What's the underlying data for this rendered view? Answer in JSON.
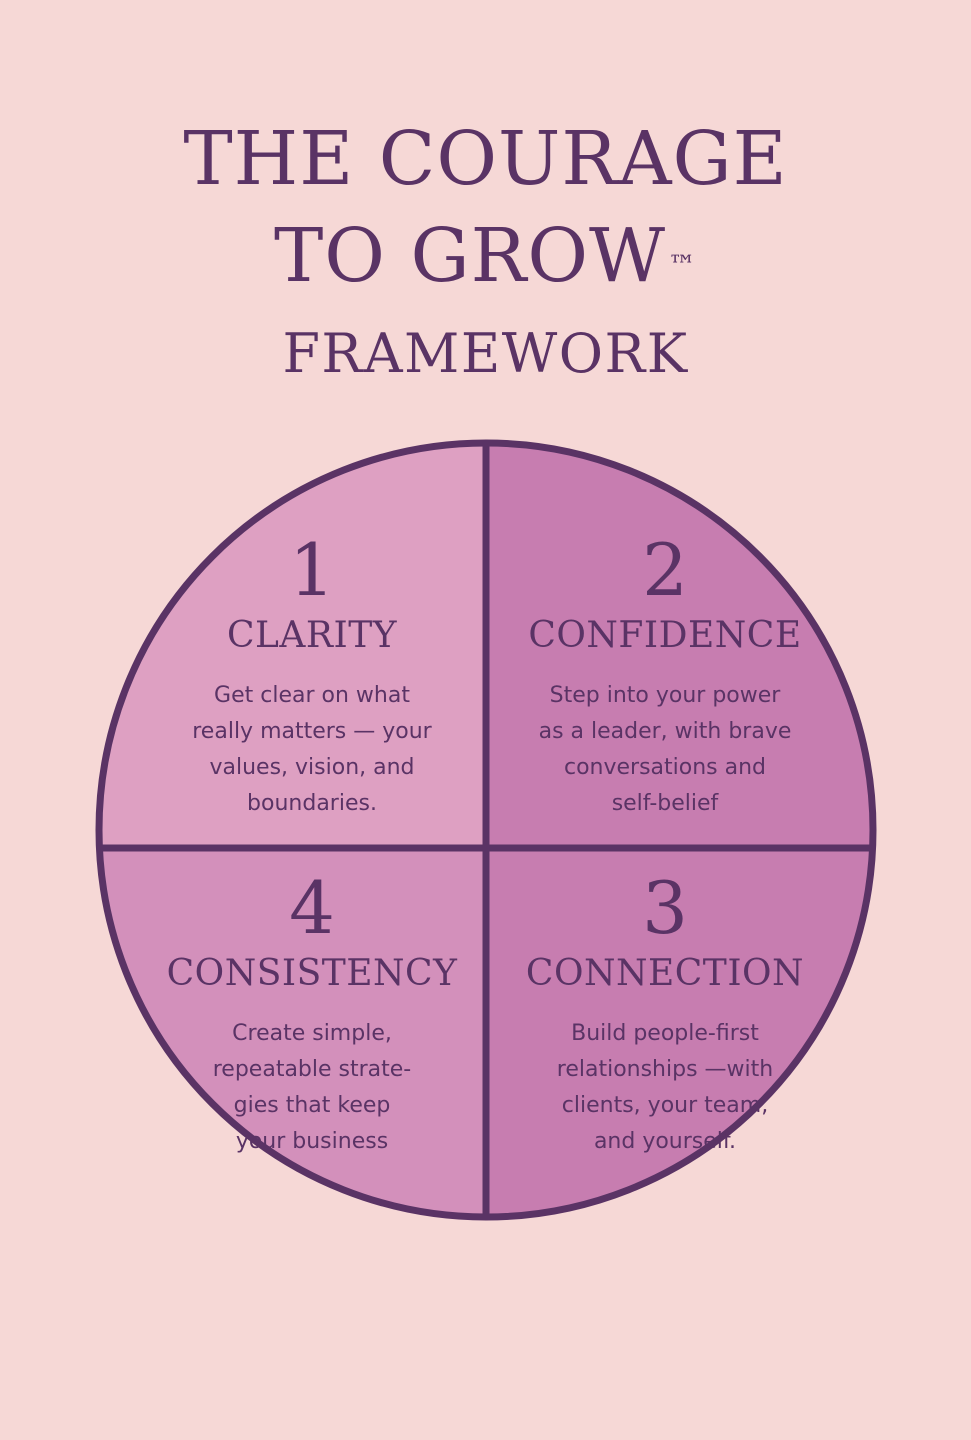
{
  "title": {
    "line1": "THE COURAGE",
    "line2": "TO GROW",
    "trademark": "™",
    "line3": "FRAMEWORK"
  },
  "quadrants": {
    "q1": {
      "number": "1",
      "title": "CLARITY",
      "description": "Get clear on what\nreally matters — your\nvalues, vision, and\nboundaries."
    },
    "q2": {
      "number": "2",
      "title": "CONFIDENCE",
      "description": "Step into your power\nas a leader, with brave\nconversations and\nself-belief"
    },
    "q3": {
      "number": "3",
      "title": "CONNECTION",
      "description": "Build people-first\nrelationships —with\nclients, your team,\nand yourself."
    },
    "q4": {
      "number": "4",
      "title": "CONSISTENCY",
      "description": "Create simple,\nrepeatable strate-\ngies that keep\nyour business"
    }
  },
  "colors": {
    "background": "#f6d8d6",
    "text": "#5a3365",
    "outline": "#5a3365",
    "quadrant_1": "#dea0c2",
    "quadrant_2": "#c77db0",
    "quadrant_3": "#c77db0",
    "quadrant_4": "#d390bb"
  }
}
